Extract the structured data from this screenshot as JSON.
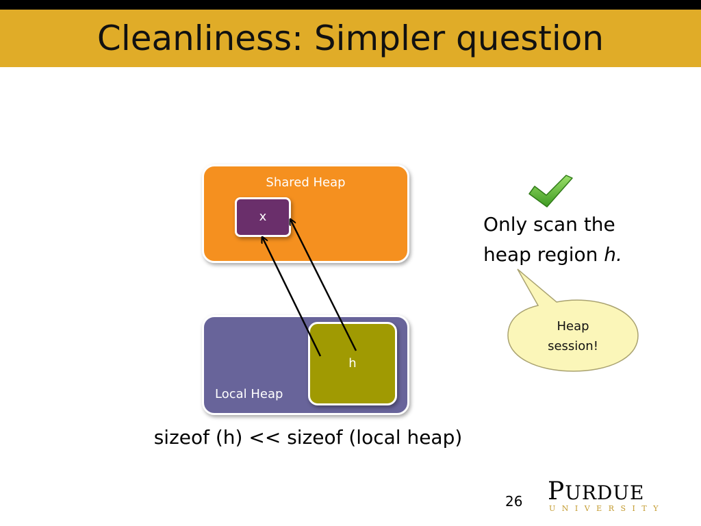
{
  "slide": {
    "title": "Cleanliness: Simpler question",
    "page_number": "26"
  },
  "diagram": {
    "shared_heap_label": "Shared Heap",
    "local_heap_label": "Local Heap",
    "object_x_label": "x",
    "region_h_label": "h",
    "caption": "sizeof (h) << sizeof (local heap)"
  },
  "note": {
    "line1": "Only scan the",
    "line2_prefix": "heap region ",
    "line2_italic": "h."
  },
  "callout": {
    "line1": "Heap",
    "line2": "session!"
  },
  "logo": {
    "name_first": "P",
    "name_rest": "URDUE",
    "subtitle": "UNIVERSITY"
  },
  "icons": {
    "check": "checkmark-icon"
  },
  "colors": {
    "title_bar": "#e0ac28",
    "shared_heap": "#f5901f",
    "local_heap": "#68649a",
    "object_x": "#6a2f6b",
    "region_h": "#a09a02",
    "check_green": "#4aa52c",
    "callout_fill": "#fbf6b9",
    "logo_gold": "#c39a2e"
  }
}
